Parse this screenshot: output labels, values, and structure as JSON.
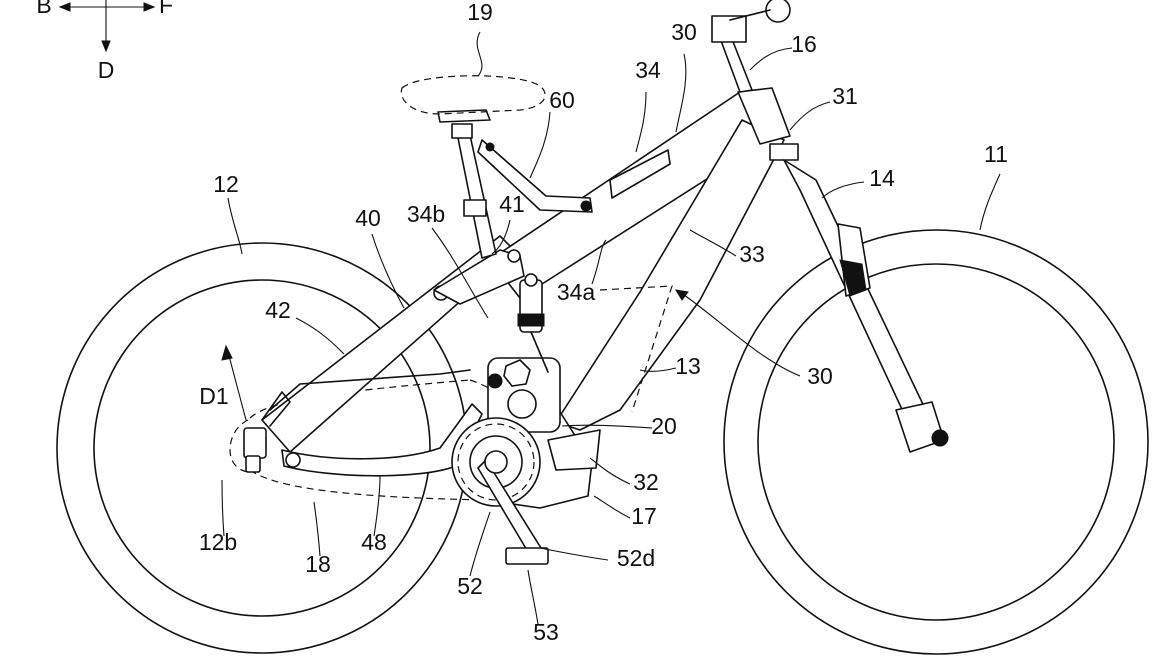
{
  "figure": {
    "direction_indicator": {
      "back": "B",
      "front": "F",
      "down": "D"
    },
    "references": {
      "front_wheel": "11",
      "rear_wheel": "12",
      "rear_sprocket": "12b",
      "frame_space": "13",
      "front_fork": "14",
      "handlebar": "16",
      "cover": "17",
      "chain": "18",
      "saddle": "19",
      "drive_unit": "20",
      "frame_top": "30",
      "frame_arrow": "30",
      "head_tube": "31",
      "lower_part": "32",
      "down_tube": "33",
      "top_tube": "34",
      "top_tube_inner": "34a",
      "top_tube_rear": "34b",
      "swing_arm": "40",
      "link": "41",
      "seat_stay": "42",
      "chain_stay": "48",
      "crank": "52",
      "crank_arm": "52d",
      "pedal": "53",
      "seat_post": "60",
      "rotation_arrow": "D1"
    }
  }
}
